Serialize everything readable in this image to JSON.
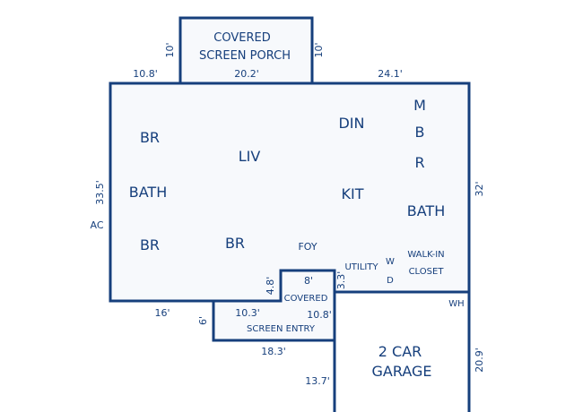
{
  "colors": {
    "wall": "#163f7c",
    "fill": "#f7f9fc",
    "text": "#163f7c"
  },
  "rooms": {
    "porch_line1": "COVERED",
    "porch_line2": "SCREEN PORCH",
    "br1": "BR",
    "bath1": "BATH",
    "br2": "BR",
    "liv": "LIV",
    "br3": "BR",
    "din": "DIN",
    "kit": "KIT",
    "foy": "FOY",
    "mbr_m": "M",
    "mbr_b": "B",
    "mbr_r": "R",
    "bath2": "BATH",
    "walkin_line1": "WALK-IN",
    "walkin_line2": "CLOSET",
    "utility": "UTILITY",
    "washer": "W",
    "dryer": "D",
    "covered": "COVERED",
    "screen_entry": "SCREEN ENTRY",
    "garage_line1": "2 CAR",
    "garage_line2": "GARAGE",
    "ac": "AC",
    "wh": "WH"
  },
  "dimensions": {
    "porch_left": "10'",
    "porch_right": "10'",
    "top_left": "10.8'",
    "porch_width": "20.2'",
    "top_right": "24.1'",
    "left_height": "33.5'",
    "right_height": "32'",
    "bottom_left": "16'",
    "notch_height": "4.8'",
    "entry_top": "8'",
    "utility_offset": "3.3'",
    "entry_left": "10.3'",
    "entry_right": "10.8'",
    "entry_side": "6'",
    "entry_bottom": "18.3'",
    "garage_left": "13.7'",
    "garage_right": "20.9'"
  }
}
